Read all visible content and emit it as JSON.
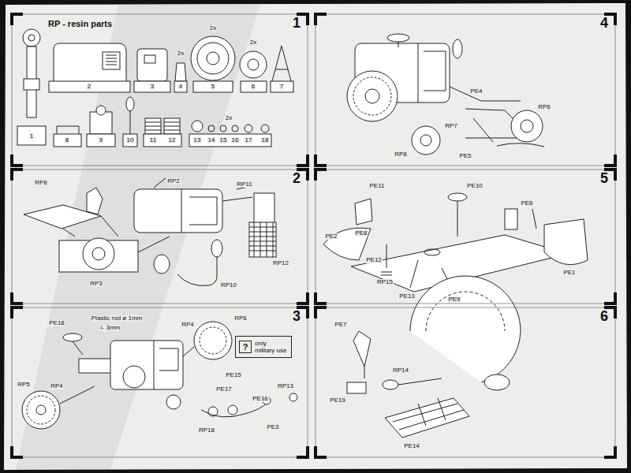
{
  "diagram": {
    "nodes": [
      {
        "text": [
          "RP - resin parts",
          "1"
        ]
      },
      {
        "text": [
          "2"
        ]
      },
      {
        "text": [
          "3"
        ]
      },
      {
        "text": [
          "4"
        ]
      },
      {
        "text": [
          "5"
        ]
      },
      {
        "text": [
          "6"
        ]
      },
      {
        "text": [
          "?",
          "only military use"
        ],
        "in": 2
      }
    ],
    "labels": [
      "1",
      "2",
      "3",
      "2x",
      "4",
      "2x",
      "5",
      "2x",
      "6",
      "7",
      "8",
      "9",
      "10",
      "11",
      "12",
      "13",
      "14",
      "15",
      "16",
      "2x",
      "17",
      "18",
      "RP8",
      "RP2",
      "RP11",
      "RP12",
      "RP3",
      "RP10",
      "PE18",
      "Plastic rod ø 1mm",
      "l- 3mm",
      "RP4",
      "RP6",
      "RP5",
      "RP4",
      "PE15",
      "PE17",
      "PE16",
      "PE3",
      "RP13",
      "RP18",
      "PE4",
      "RP7",
      "RP6",
      "RP8",
      "PE5",
      "PE11",
      "PE10",
      "PE8",
      "PE6",
      "PE2",
      "PE12",
      "RP15",
      "PE13",
      "PE9",
      "PE1",
      "PE7",
      "RP14",
      "PE19",
      "PE14"
    ]
  }
}
